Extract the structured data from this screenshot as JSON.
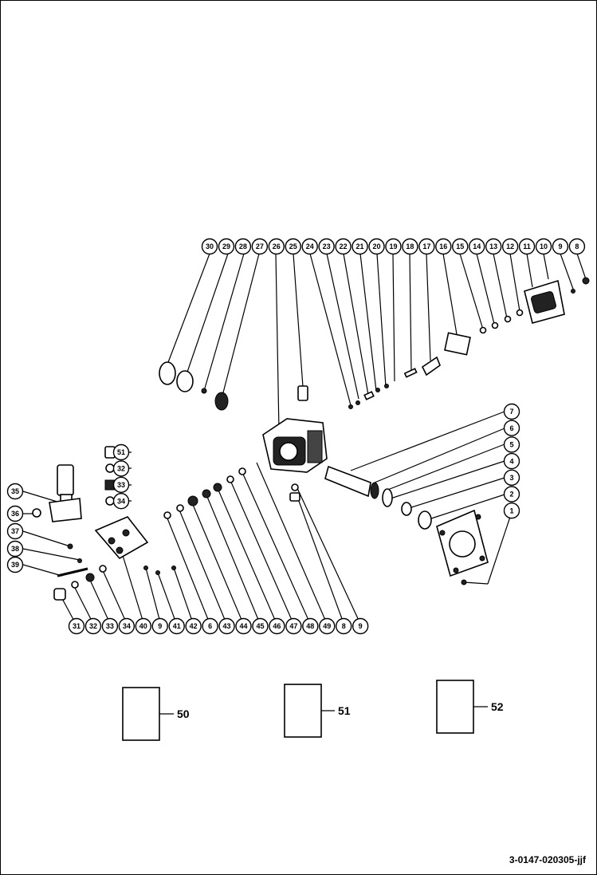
{
  "callouts_top": [
    "30",
    "29",
    "28",
    "27",
    "26",
    "25",
    "24",
    "23",
    "22",
    "21",
    "20",
    "19",
    "18",
    "17",
    "16",
    "15",
    "14",
    "13",
    "12",
    "11",
    "10",
    "9",
    "8"
  ],
  "callouts_right": [
    "7",
    "6",
    "5",
    "4",
    "3",
    "2",
    "1"
  ],
  "callouts_left": [
    "35",
    "36",
    "37",
    "38",
    "39"
  ],
  "callouts_valve": [
    "51",
    "32",
    "33",
    "34"
  ],
  "callouts_bottom": [
    "31",
    "32",
    "33",
    "34",
    "40",
    "9",
    "41",
    "42",
    "6",
    "43",
    "44",
    "45",
    "46",
    "47",
    "48",
    "49",
    "8",
    "9"
  ],
  "kits": [
    {
      "label": "50"
    },
    {
      "label": "51"
    },
    {
      "label": "52"
    }
  ],
  "drawing_id": "3-0147-020305-jjf"
}
